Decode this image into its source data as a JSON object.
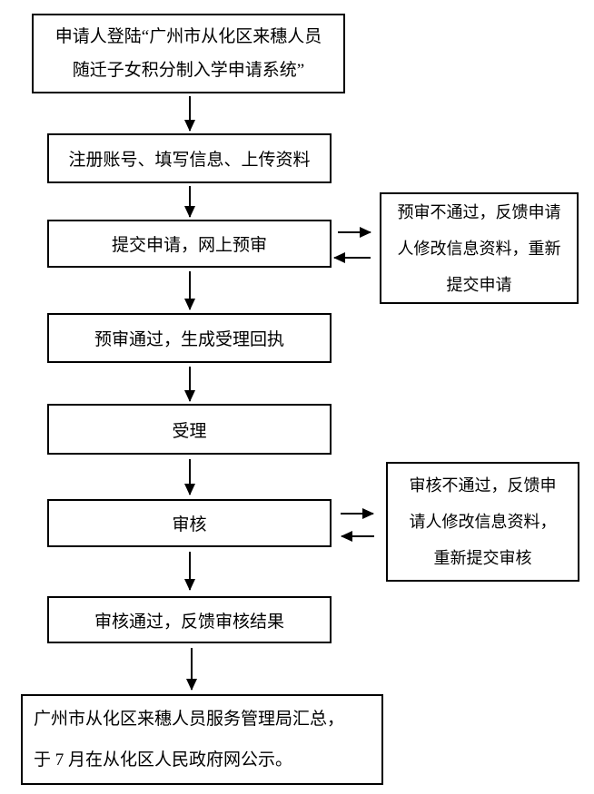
{
  "colors": {
    "background": "#ffffff",
    "line": "#000000",
    "text": "#000000",
    "box_border": "#000000"
  },
  "flowchart": {
    "nodes": {
      "login": {
        "text": "申请人登陆“广州市从化区来穗人员\n随迁子女积分制入学申请系统”"
      },
      "register": {
        "text": "注册账号、填写信息、上传资料"
      },
      "submit": {
        "text": "提交申请，网上预审"
      },
      "pre_pass": {
        "text": "预审通过，生成受理回执"
      },
      "accept": {
        "text": "受理"
      },
      "review": {
        "text": "审核"
      },
      "review_pass": {
        "text": "审核通过，反馈审核结果"
      },
      "publish": {
        "text": "广州市从化区来穗人员服务管理局汇总，\n于 7 月在从化区人民政府网公示。"
      },
      "pre_fail": {
        "text": "预审不通过，反馈申请\n人修改信息资料，重新\n提交申请"
      },
      "review_fail": {
        "text": "审核不通过，反馈申\n请人修改信息资料，\n重新提交审核"
      }
    },
    "edges": [
      {
        "from": "login",
        "to": "register",
        "direction": "down"
      },
      {
        "from": "register",
        "to": "submit",
        "direction": "down"
      },
      {
        "from": "submit",
        "to": "pre_fail",
        "direction": "right"
      },
      {
        "from": "pre_fail",
        "to": "submit",
        "direction": "left"
      },
      {
        "from": "submit",
        "to": "pre_pass",
        "direction": "down"
      },
      {
        "from": "pre_pass",
        "to": "accept",
        "direction": "down"
      },
      {
        "from": "accept",
        "to": "review",
        "direction": "down"
      },
      {
        "from": "review",
        "to": "review_fail",
        "direction": "right"
      },
      {
        "from": "review_fail",
        "to": "review",
        "direction": "left"
      },
      {
        "from": "review",
        "to": "review_pass",
        "direction": "down"
      },
      {
        "from": "review_pass",
        "to": "publish",
        "direction": "down"
      }
    ]
  }
}
